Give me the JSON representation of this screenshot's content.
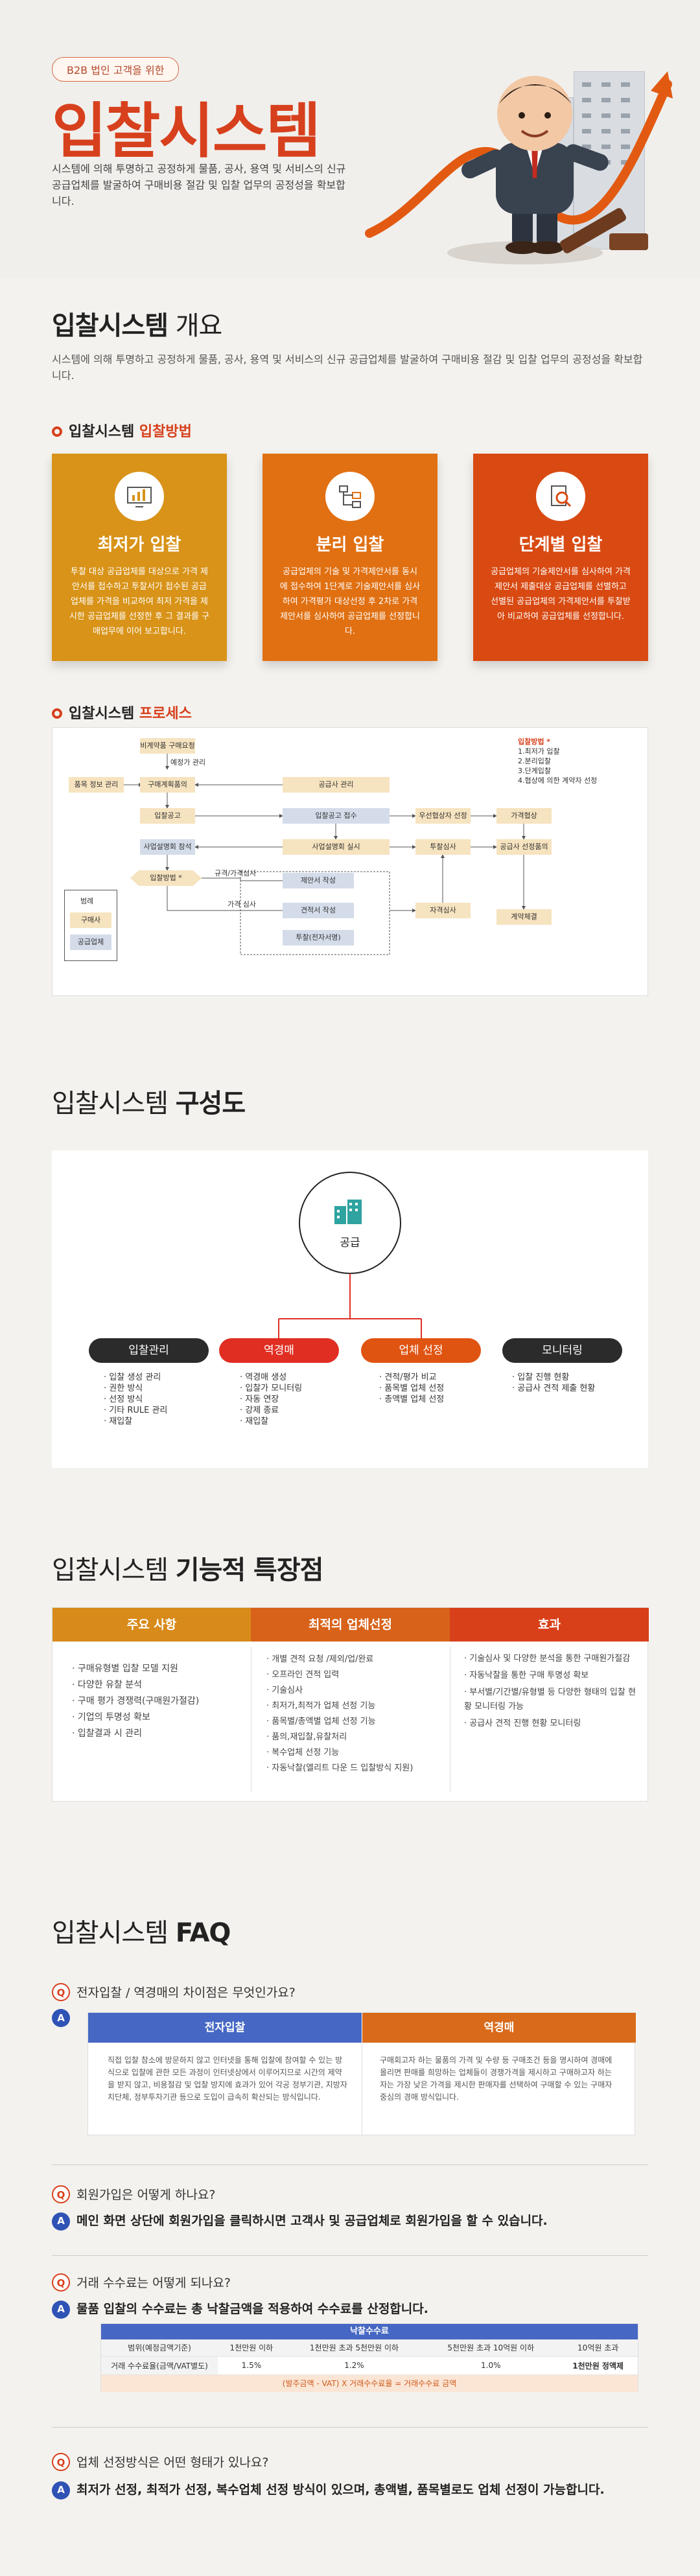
{
  "hero": {
    "pill": "B2B 법인 고객을 위한",
    "title": "입찰시스템",
    "desc": "시스템에 의해 투명하고 공정하게 물품, 공사, 용역 및 서비스의 신규 공급업체를 발굴하여 구매비용 절감 및 입찰 업무의 공정성을 확보합니다."
  },
  "overview": {
    "title_bold": "입찰시스템",
    "title_light": " 개요",
    "desc": "시스템에 의해 투명하고 공정하게 물품, 공사, 용역 및 서비스의 신규 공급업체를 발굴하여 구매비용 절감 및 입찰 업무의 공정성을 확보합니다."
  },
  "methods": {
    "label": "입찰시스템",
    "label_accent": "입찰방법",
    "cards": [
      {
        "title": "최저가 입찰",
        "icon": "chart-icon",
        "color": "#d89318",
        "text": "투찰 대상 공급업체를 대상으로 가격 제안서를 접수하고 투찰서가 접수된 공급업체를 가격을 비교하여 최저 가격을 제시한 공급업체를 선정한 후 그 결과를 구매업무에 이어 보고합니다."
      },
      {
        "title": "분리 입찰",
        "icon": "org-chart-icon",
        "color": "#e07012",
        "text": "공급업체의 기술 및 가격제안서를 동시에 접수하여 1단계로 기술제안서를 심사하여 가격평가 대상선정 후 2차로 가격제안서를 심사하여 공급업체를 선정합니다."
      },
      {
        "title": "단계별 입찰",
        "icon": "search-document-icon",
        "color": "#d84a12",
        "text": "공급업체의 기술제안서를 심사하여 가격제안서 제출대상 공급업체를 선별하고 선별된 공급업체의 가격제안서를 투찰받아 비교하여 공급업체를 선정합니다."
      }
    ]
  },
  "process": {
    "label": "입찰시스템",
    "label_accent": "프로세스",
    "boxes": {
      "b1": "비계약품 구매요청",
      "b2": "구매계획품의",
      "b3": "품목 정보 관리",
      "b4": "공급사 관리",
      "b5": "입찰공고",
      "b6": "입찰공고 접수",
      "b7": "사업설명회 참석",
      "b8": "사업설명회 실시",
      "b9": "입찰방법 *",
      "b10": "제안서 작성",
      "b11": "견적서 작성",
      "b12": "투찰(전자서명)",
      "b13": "우선협상자 선정",
      "b14": "가격협상",
      "b15": "투찰심사",
      "b16": "공급사 선정품의",
      "b17": "자격심사",
      "b18": "계약체결"
    },
    "labels": {
      "l1": "예정가 관리",
      "l2": "규격/가격심사",
      "l3": "가격 심사"
    },
    "legend_title": "범례",
    "legend_items": [
      "구매사",
      "공급업체"
    ],
    "note_title": "입찰방법 *",
    "note_items": [
      "1.최저가 입찰",
      "2.분리입찰",
      "3.단계입찰",
      "4.협상에 의한 계약자 선정"
    ]
  },
  "composition": {
    "title_light": "입찰시스템 ",
    "title_bold": "구성도",
    "center": "공급",
    "nodes": [
      {
        "label": "입찰관리",
        "color": "#2b2b2b",
        "items": [
          "입찰 생성 관리",
          "권한 방식",
          "선정 방식",
          "기타 RULE 관리",
          "재입찰"
        ]
      },
      {
        "label": "역경매",
        "color": "#e02e22",
        "items": [
          "역경매 생성",
          "입찰가 모니터링",
          "자동 연장",
          "강제 종료",
          "재입찰"
        ]
      },
      {
        "label": "업체 선정",
        "color": "#e05412",
        "items": [
          "견적/평가 비교",
          "품목별 업체 선정",
          "총액별 업체 선정"
        ]
      },
      {
        "label": "모니터링",
        "color": "#2b2b2b",
        "items": [
          "입찰 진행 현황",
          "공급사 견적 제출 현황"
        ]
      }
    ]
  },
  "features": {
    "title_light": "입찰시스템 ",
    "title_bold": "기능적 특장점",
    "columns": [
      {
        "header": "주요 사항",
        "color": "#d88a1a",
        "items": [
          "구매유형별 입찰 모델 지원",
          "다양한 유찰 분석",
          "구매 평가 경쟁력(구매원가절감)",
          "기업의 투명성 확보",
          "입찰결과 시 관리"
        ]
      },
      {
        "header": "최적의 업체선정",
        "color": "#d8621a",
        "items": [
          "개별 견적 요청 /제외/업/완료",
          "오프라인 견적 입력",
          "기술심사",
          "최저가,최적가 업체 선정 기능",
          "품목별/총액별 업체 선정 기능",
          "품의,재입찰,유찰처리",
          "복수업체 선정 기능",
          "자동낙찰(엘리트 다운 드 입찰방식 지원)"
        ]
      },
      {
        "header": "효과",
        "color": "#d8401a",
        "items": [
          "기술심사 및 다양한 분석을 통한 구매원가절감",
          "자동낙찰을 통한 구매 투명성 확보",
          "부서별/기간별/유형별 등 다양한 형태의 입찰 현황 모니터링 가능",
          "공급사 견적 진행 현황 모니터링"
        ]
      }
    ]
  },
  "faq": {
    "title_light": "입찰시스템 ",
    "title_bold": "FAQ",
    "q1": "전자입찰 / 역경매의 차이점은 무엇인가요?",
    "compare": {
      "left_head": "전자입찰",
      "right_head": "역경매",
      "left_text": "직접 입찰 참소에 방문하지 않고 인터넷을 통해 입찰에 참여할 수 있는 방식으로 입찰에 관한 모든 과정이 인터넷상에서 이루어지므로 시간의 제약을 받지 않고, 비용절감 및 업찰 방지에 효과가 있어 각공 정부기관, 지방자치단체, 정부투자기관 등으로 도입이 급속히 확산되는 방식입니다.",
      "right_text": "구매회고자 하는 물품의 가격 및 수량 등 구매조건 등을 명시하여 경매에 올리면 판매를 희망하는 업체들이 경쟁가격을 제시하고 구매하고자 하는 자는 가장 낮은 가격을 제시한 판매자를 선택하여 구매할 수 있는 구매자 중심의 경매 방식입니다."
    },
    "q2": "회원가입은 어떻게 하나요?",
    "a2": "메인 화면 상단에 회원가입을 클릭하시면 고객사 및 공급업체로 회원가입을 할 수 있습니다.",
    "q3": "거래 수수료는 어떻게 되나요?",
    "a3": "물품 입찰의 수수료는 총 낙찰금액을 적용하여 수수료를 산정합니다.",
    "fee": {
      "title": "낙찰수수료",
      "head": [
        "범위(예정금액기준)",
        "1천만원 이하",
        "1천만원 초과 5천만원 이하",
        "5천만원 초과 10억원 이하",
        "10억원 초과"
      ],
      "row_label": "거래 수수료율(금액/VAT별도)",
      "rates": [
        "1.5%",
        "1.2%",
        "1.0%",
        "1천만원 정액제"
      ],
      "formula": "(발주금액 - VAT) X 거래수수료율 =  거래수수료 금액"
    },
    "q4": "업체 선정방식은 어떤 형태가 있나요?",
    "a4": "최저가 선정, 최적가 선정, 복수업체 선정 방식이 있으며, 총액별, 품목별로도 업체 선정이 가능합니다.",
    "q_mark": "Q",
    "a_mark": "A"
  },
  "colors": {
    "accent": "#d7401d",
    "blue": "#2f52b5"
  }
}
